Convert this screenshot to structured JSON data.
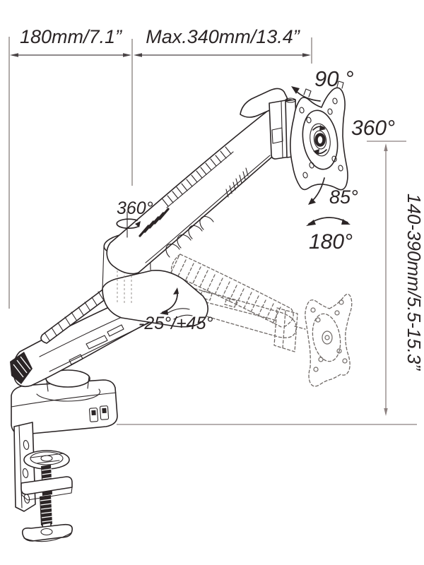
{
  "diagram": {
    "type": "monitor-arm-technical-diagram",
    "labels": {
      "arm_front_length": "180mm/7.1”",
      "arm_max_reach": "Max.340mm/13.4”",
      "height_range": "140-390mm/5.5-15.3”",
      "vesa_rotate": "90 °",
      "head_swivel": "360°",
      "tilt_down": "85°",
      "pan_range": "180°",
      "base_rotate": "360°",
      "arm_tilt_range": "-25°/+45°"
    }
  },
  "colors": {
    "line": "#2b2526",
    "ghost": "#6e6865",
    "dim": "#4a4446",
    "dimgray": "#8c8180",
    "ext": "#7d7472"
  }
}
